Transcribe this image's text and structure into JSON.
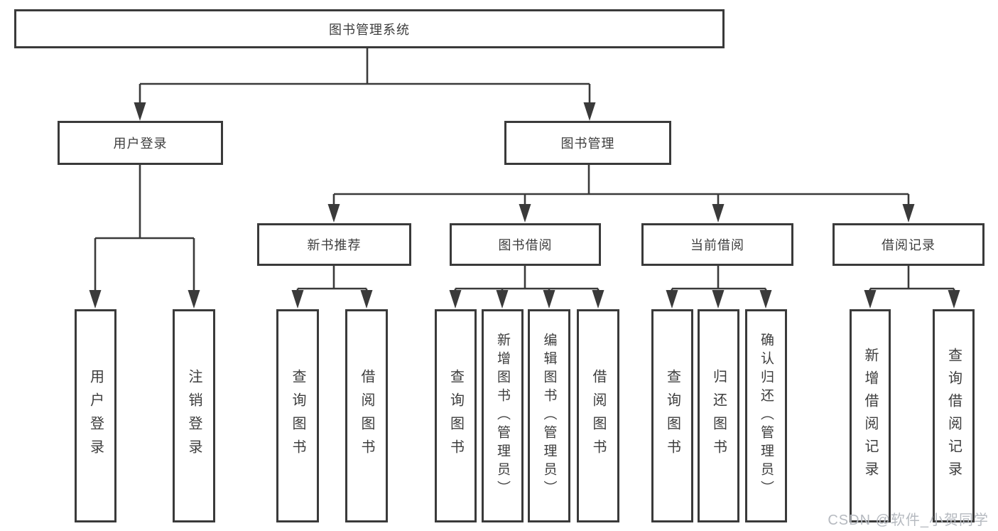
{
  "diagram": {
    "root": {
      "label": "图书管理系统"
    },
    "level1": [
      {
        "label": "用户登录",
        "parent": "图书管理系统"
      },
      {
        "label": "图书管理",
        "parent": "图书管理系统"
      }
    ],
    "level2": [
      {
        "label": "新书推荐",
        "parent": "图书管理"
      },
      {
        "label": "图书借阅",
        "parent": "图书管理"
      },
      {
        "label": "当前借阅",
        "parent": "图书管理"
      },
      {
        "label": "借阅记录",
        "parent": "图书管理"
      }
    ],
    "leaves": [
      {
        "label": "用户登录",
        "parent": "用户登录"
      },
      {
        "label": "注销登录",
        "parent": "用户登录"
      },
      {
        "label": "查询图书",
        "parent": "新书推荐"
      },
      {
        "label": "借阅图书",
        "parent": "新书推荐"
      },
      {
        "label": "查询图书",
        "parent": "图书借阅"
      },
      {
        "label": "新增图书（管理员）",
        "parent": "图书借阅"
      },
      {
        "label": "编辑图书（管理员）",
        "parent": "图书借阅"
      },
      {
        "label": "借阅图书",
        "parent": "图书借阅"
      },
      {
        "label": "查询图书",
        "parent": "当前借阅"
      },
      {
        "label": "归还图书",
        "parent": "当前借阅"
      },
      {
        "label": "确认归还（管理员）",
        "parent": "当前借阅"
      },
      {
        "label": "新增借阅记录",
        "parent": "借阅记录"
      },
      {
        "label": "查询借阅记录",
        "parent": "借阅记录"
      }
    ],
    "watermark": "CSDN @软件_小贺同学",
    "colors": {
      "line": "#3a3a3a",
      "text": "#3d3d3d",
      "background": "#ffffff",
      "watermark": "#b6bac0"
    }
  }
}
